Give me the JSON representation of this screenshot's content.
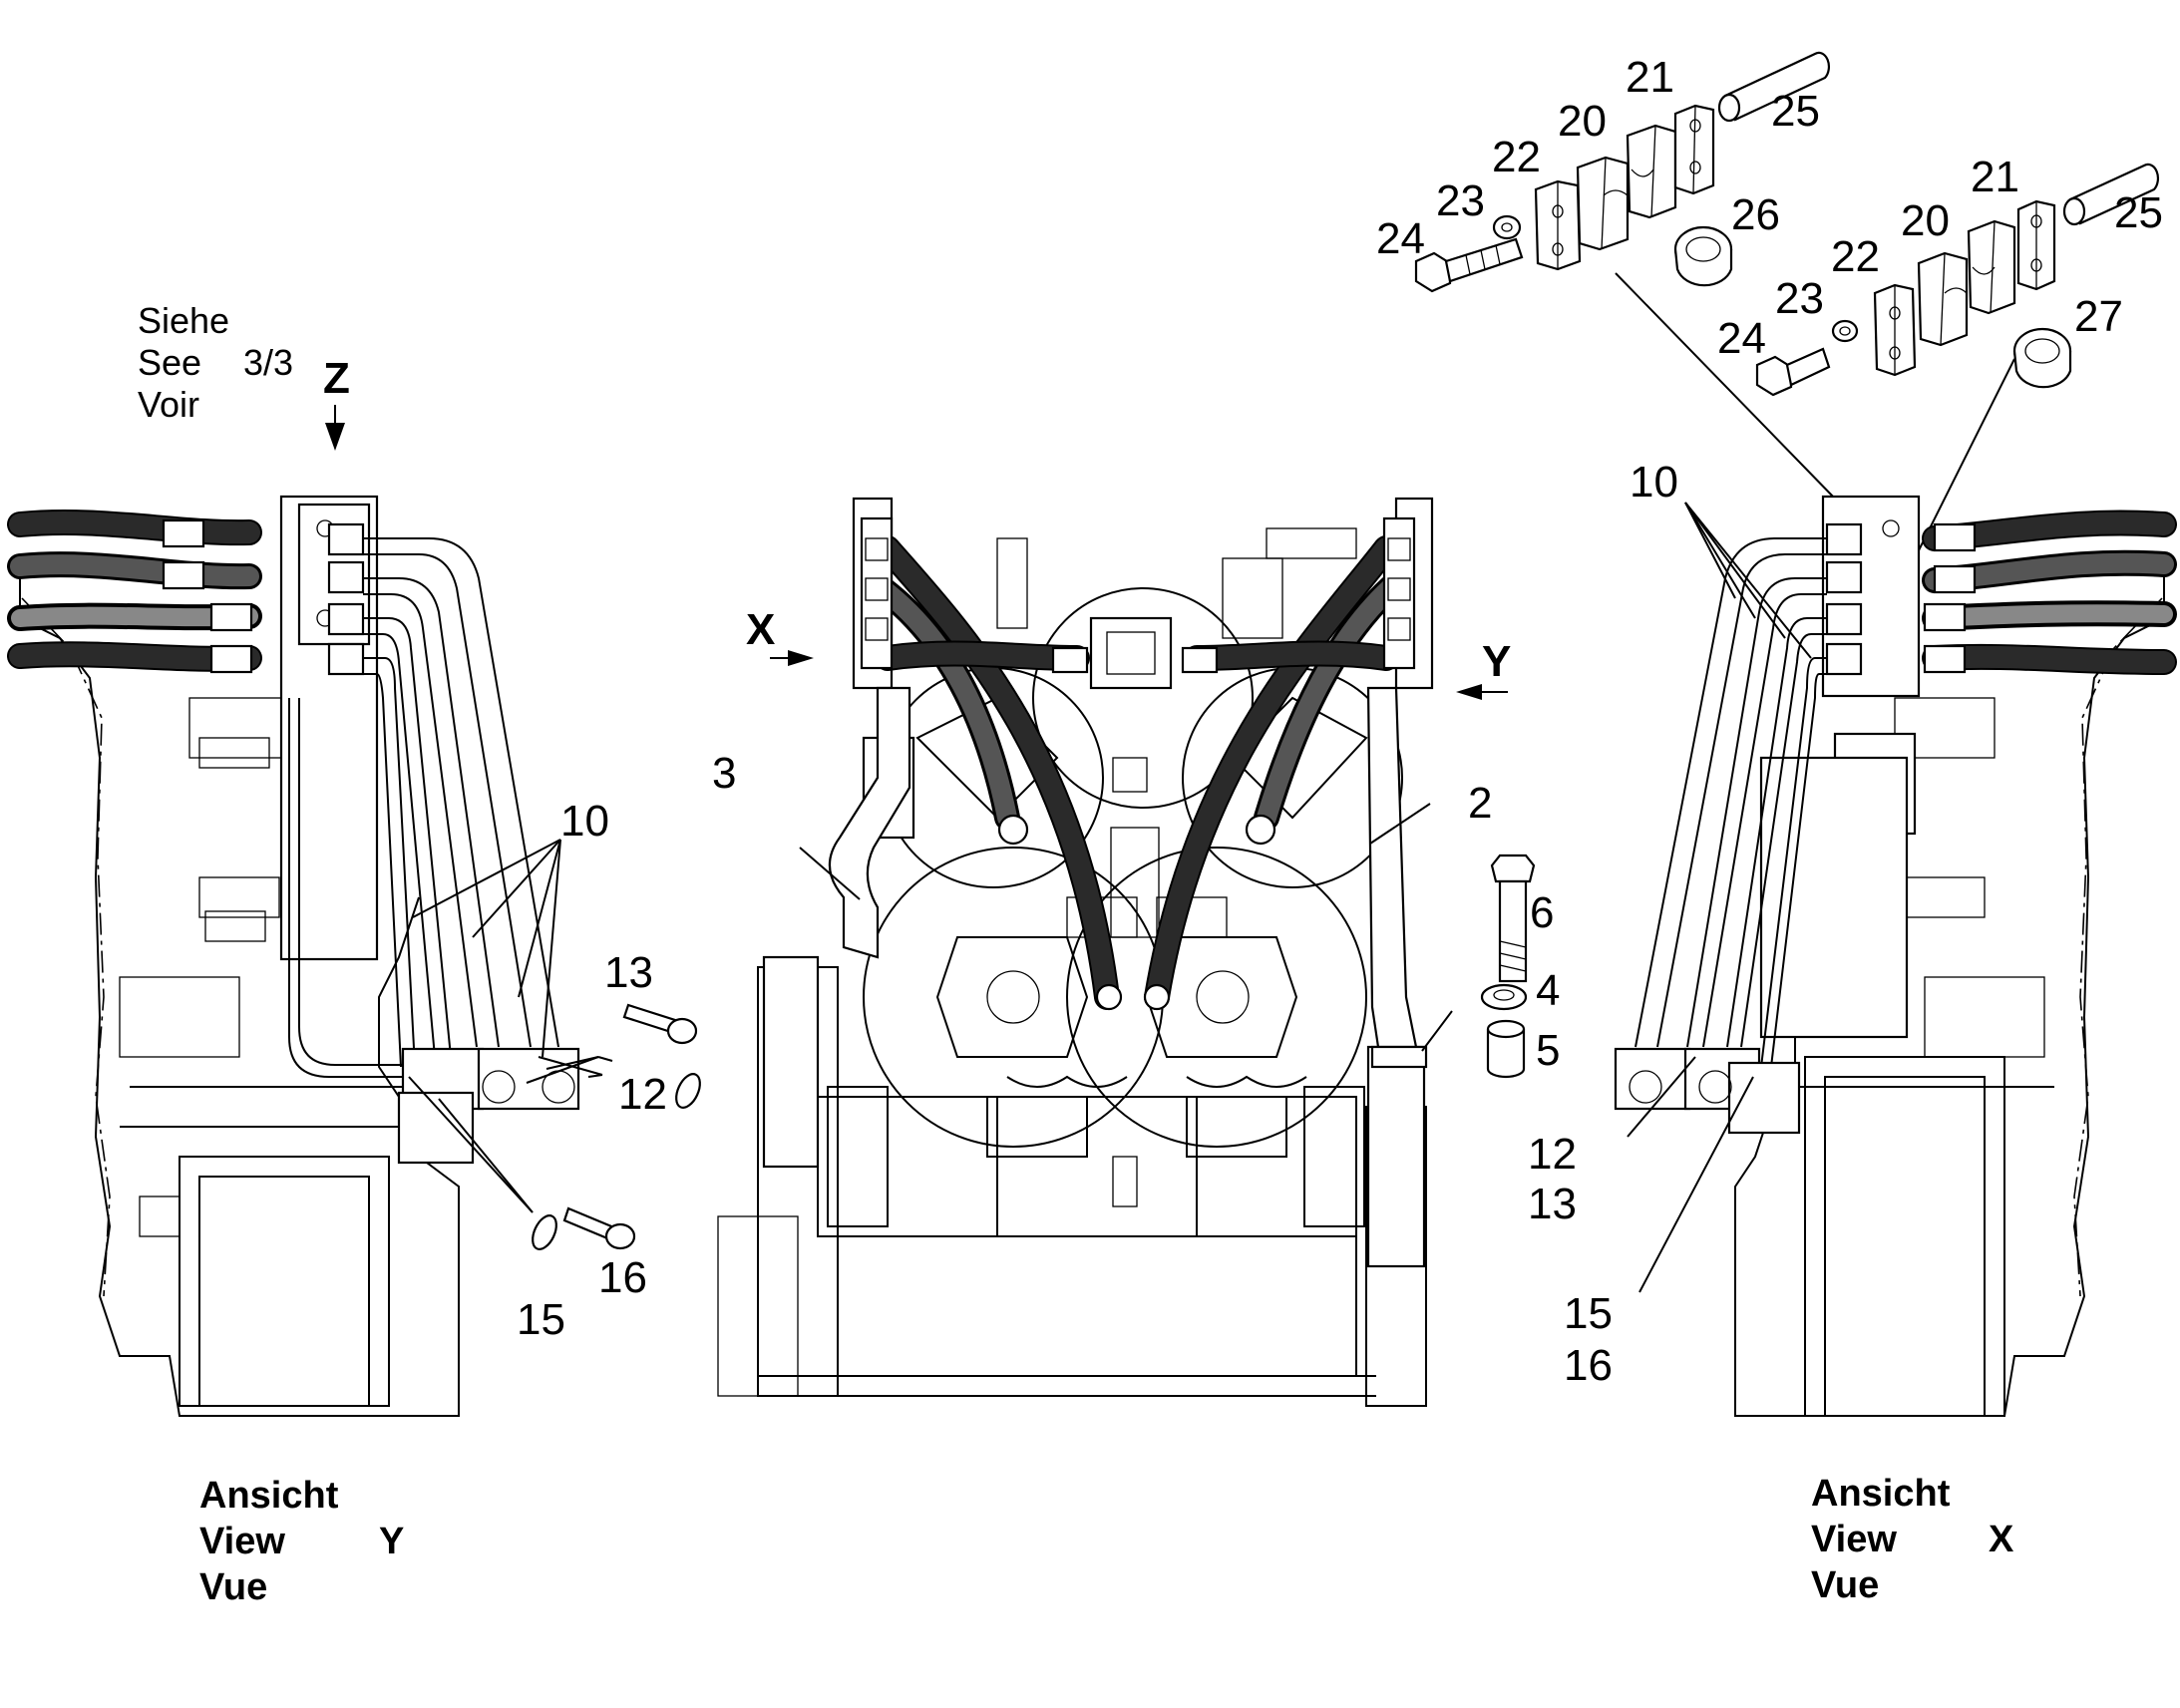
{
  "callouts": {
    "c2": "2",
    "c3": "3",
    "c4": "4",
    "c5": "5",
    "c6": "6",
    "c10_left": "10",
    "c10_right": "10",
    "c12_left": "12",
    "c12_right": "12",
    "c13_left": "13",
    "c13_right": "13",
    "c15_left": "15",
    "c15_right": "15",
    "c16_left": "16",
    "c16_right": "16",
    "c20_a": "20",
    "c20_b": "20",
    "c21_a": "21",
    "c21_b": "21",
    "c22_a": "22",
    "c22_b": "22",
    "c23_a": "23",
    "c23_b": "23",
    "c24_a": "24",
    "c24_b": "24",
    "c25_a": "25",
    "c25_b": "25",
    "c26": "26",
    "c27": "27"
  },
  "view_markers": {
    "x": "X",
    "y": "Y",
    "z": "Z"
  },
  "reference_note": {
    "de": "Siehe",
    "en": "See",
    "fr": "Voir",
    "page": "3/3"
  },
  "view_y_caption": {
    "de": "Ansicht",
    "en": "View",
    "fr": "Vue",
    "letter": "Y"
  },
  "view_x_caption": {
    "de": "Ansicht",
    "en": "View",
    "fr": "Vue",
    "letter": "X"
  }
}
